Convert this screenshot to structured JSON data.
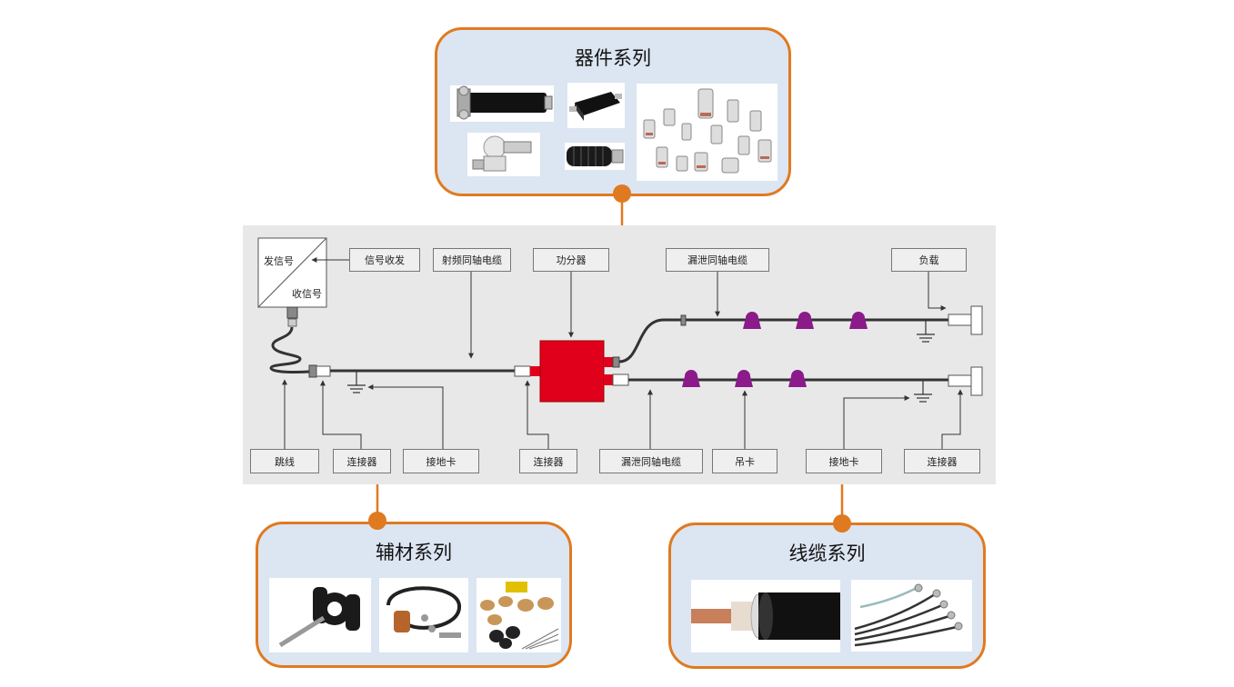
{
  "panels": {
    "components": {
      "title": "器件系列"
    },
    "accessories": {
      "title": "辅材系列"
    },
    "cables": {
      "title": "线缆系列"
    }
  },
  "diagram": {
    "send_signal": "发信号",
    "receive_signal": "收信号",
    "labels_top": {
      "transceiver": "信号收发",
      "rf_coax_cable": "射频同轴电缆",
      "power_splitter": "功分器",
      "leaky_coax_top": "漏泄同轴电缆",
      "load": "负载"
    },
    "labels_bottom": {
      "jumper": "跳线",
      "connector_1": "连接器",
      "grounding_clip_1": "接地卡",
      "connector_2": "连接器",
      "leaky_coax_bottom": "漏泄同轴电缆",
      "hanger": "吊卡",
      "grounding_clip_2": "接地卡",
      "connector_3": "连接器"
    }
  },
  "colors": {
    "accent_orange": "#E07A20",
    "panel_fill": "#DCE5F2",
    "diagram_bg": "#E8E8E8",
    "splitter_red": "#E0001B",
    "hanger_purple": "#8B1A8B"
  }
}
